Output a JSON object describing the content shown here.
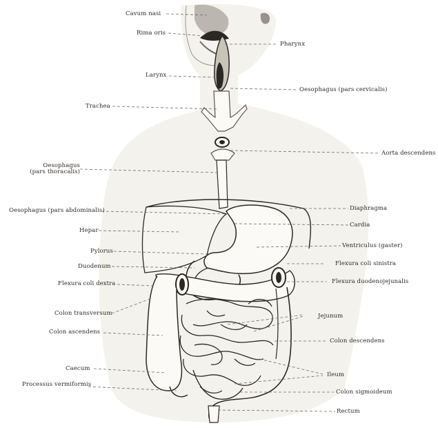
{
  "labels": {
    "cavum_nasi": "Cavum nasi",
    "rima_oris": "Rima oris",
    "pharynx": "Pharynx",
    "larynx": "Larynx",
    "oesophagus_cervicalis": "Oesophagus (pars cervicalis)",
    "trachea": "Trachea",
    "aorta_descendens": "Aorta descendens",
    "oesophagus_thoracalis_1": "Oesophagus",
    "oesophagus_thoracalis_2": "(pars thoracalis)",
    "oesophagus_abdominalis": "Oesophagus (pars abdominalis)",
    "diaphragma": "Diaphragma",
    "hepar": "Hepar",
    "cardia": "Cardia",
    "pylorus": "Pylorus",
    "ventriculus": "Ventriculus (gaster)",
    "duodenum": "Duodenum",
    "flexura_coli_sinistra": "Flexura coli sinistra",
    "flexura_coli_dextra": "Flexura coli dextra",
    "flexura_duodenojejunalis": "Flexura duodenojejunalis",
    "colon_transversum": "Colon transversum",
    "jejunum": "Jejunum",
    "colon_ascendens": "Colon ascendens",
    "colon_descendens": "Colon descendens",
    "caecum": "Caecum",
    "ileum": "Ileum",
    "processus_vermiformis": "Processus vermiformis",
    "colon_sigmoideum": "Colon sigmoideum",
    "rectum": "Rectum"
  },
  "colors": {
    "background": "#ffffff",
    "silhouette": "#f3f1ea",
    "ink": "#2b2722",
    "leader": "#6e6a62"
  }
}
